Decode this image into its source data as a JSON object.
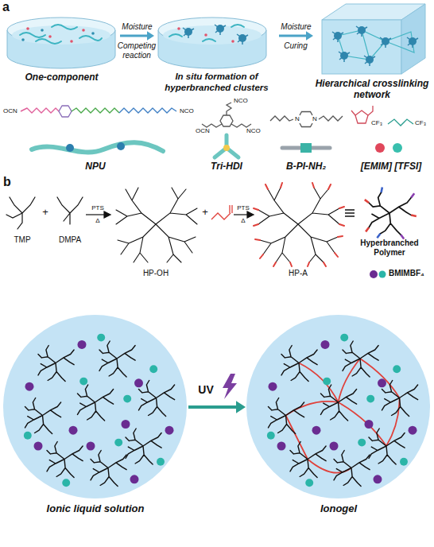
{
  "diagram": {
    "nodes": [
      {
        "text": [
          "One-component"
        ]
      },
      {
        "text": [
          "In situ formation of hyperbranched clusters"
        ]
      },
      {
        "text": [
          "Hierarchical crosslinking network"
        ]
      },
      {
        "text": [
          "Ionic liquid solution"
        ]
      },
      {
        "text": [
          "Ionogel"
        ]
      }
    ],
    "edges": [
      {
        "from": 0,
        "to": 1,
        "arrow": "to",
        "label": "Moisture"
      },
      {
        "from": 1,
        "to": 2,
        "arrow": "to",
        "label": "Moisture"
      },
      {
        "from": 3,
        "to": 4,
        "arrow": "to",
        "label": "UV"
      }
    ],
    "labels": [
      "a",
      "Competing reaction",
      "Curing",
      "NPU",
      "Tri-HDI",
      "B-PI-NH₂",
      "[EMIM] [TFSI]",
      "b",
      "TMP",
      "+",
      "DMPA",
      "PTS",
      "Δ",
      "HP-OH",
      "+",
      "PTS",
      "Δ",
      "HP-A",
      "Hyperbranched Polymer",
      "BMIMBF₄",
      "OCN",
      "NCO",
      "NCO",
      "OCN",
      "NCO",
      "N",
      "N",
      "CF₃",
      "CF₃"
    ]
  }
}
